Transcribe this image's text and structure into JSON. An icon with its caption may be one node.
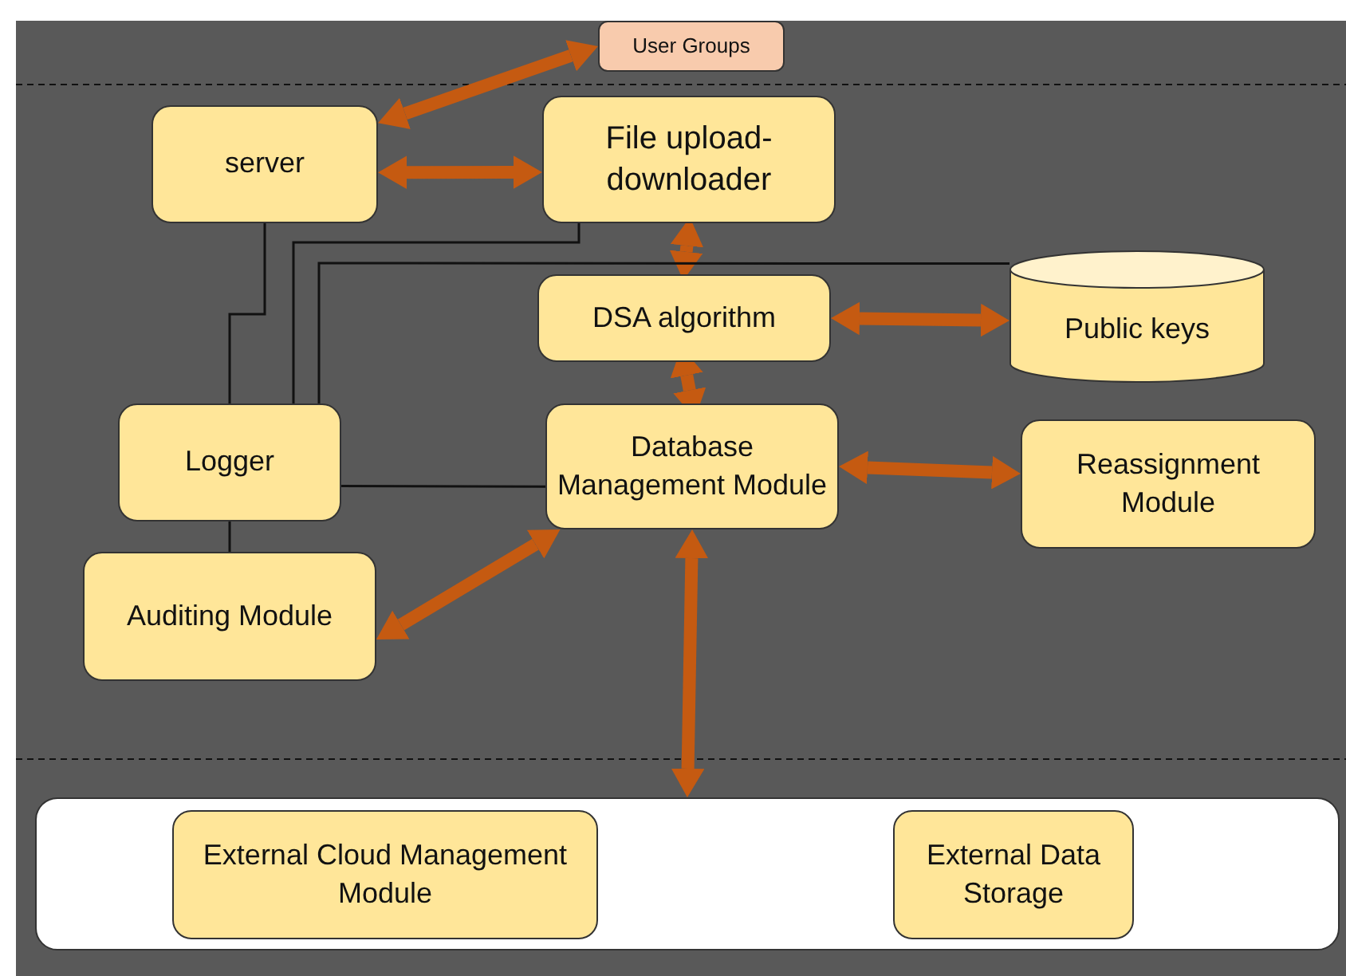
{
  "diagram": {
    "nodes": [
      {
        "text": [
          "User Groups"
        ]
      },
      {
        "text": [
          "server"
        ]
      },
      {
        "text": [
          "File upload-downloader"
        ]
      },
      {
        "text": [
          "DSA algorithm"
        ]
      },
      {
        "text": [
          "Public keys"
        ]
      },
      {
        "text": [
          "Logger"
        ]
      },
      {
        "text": [
          "Database Management Module"
        ]
      },
      {
        "text": [
          "Reassignment Module"
        ]
      },
      {
        "text": [
          "Auditing Module"
        ]
      },
      {
        "text": [],
        "shape": "box"
      },
      {
        "text": [
          "External Cloud Management Module"
        ],
        "in": 9
      },
      {
        "text": [
          "External Data Storage"
        ],
        "in": 9
      }
    ],
    "edges": [
      {
        "from": 1,
        "to": 0,
        "arrow": "both"
      },
      {
        "from": 1,
        "to": 2,
        "arrow": "both"
      },
      {
        "from": 2,
        "to": 3,
        "arrow": "both"
      },
      {
        "from": 3,
        "to": 4,
        "arrow": "both"
      },
      {
        "from": 6,
        "to": 3,
        "arrow": "both"
      },
      {
        "from": 6,
        "to": 7,
        "arrow": "both"
      },
      {
        "from": 6,
        "to": 8,
        "arrow": "both"
      },
      {
        "from": 6,
        "to": 9,
        "arrow": "both"
      },
      {
        "from": 1,
        "to": 5,
        "arrow": "none",
        "color": "#111111"
      },
      {
        "from": 2,
        "to": 5,
        "arrow": "none",
        "color": "#111111"
      },
      {
        "from": 4,
        "to": 5,
        "arrow": "none",
        "color": "#111111"
      },
      {
        "from": 5,
        "to": 6,
        "arrow": "none",
        "color": "#111111"
      },
      {
        "from": 5,
        "to": 8,
        "arrow": "none",
        "color": "#111111"
      }
    ]
  }
}
